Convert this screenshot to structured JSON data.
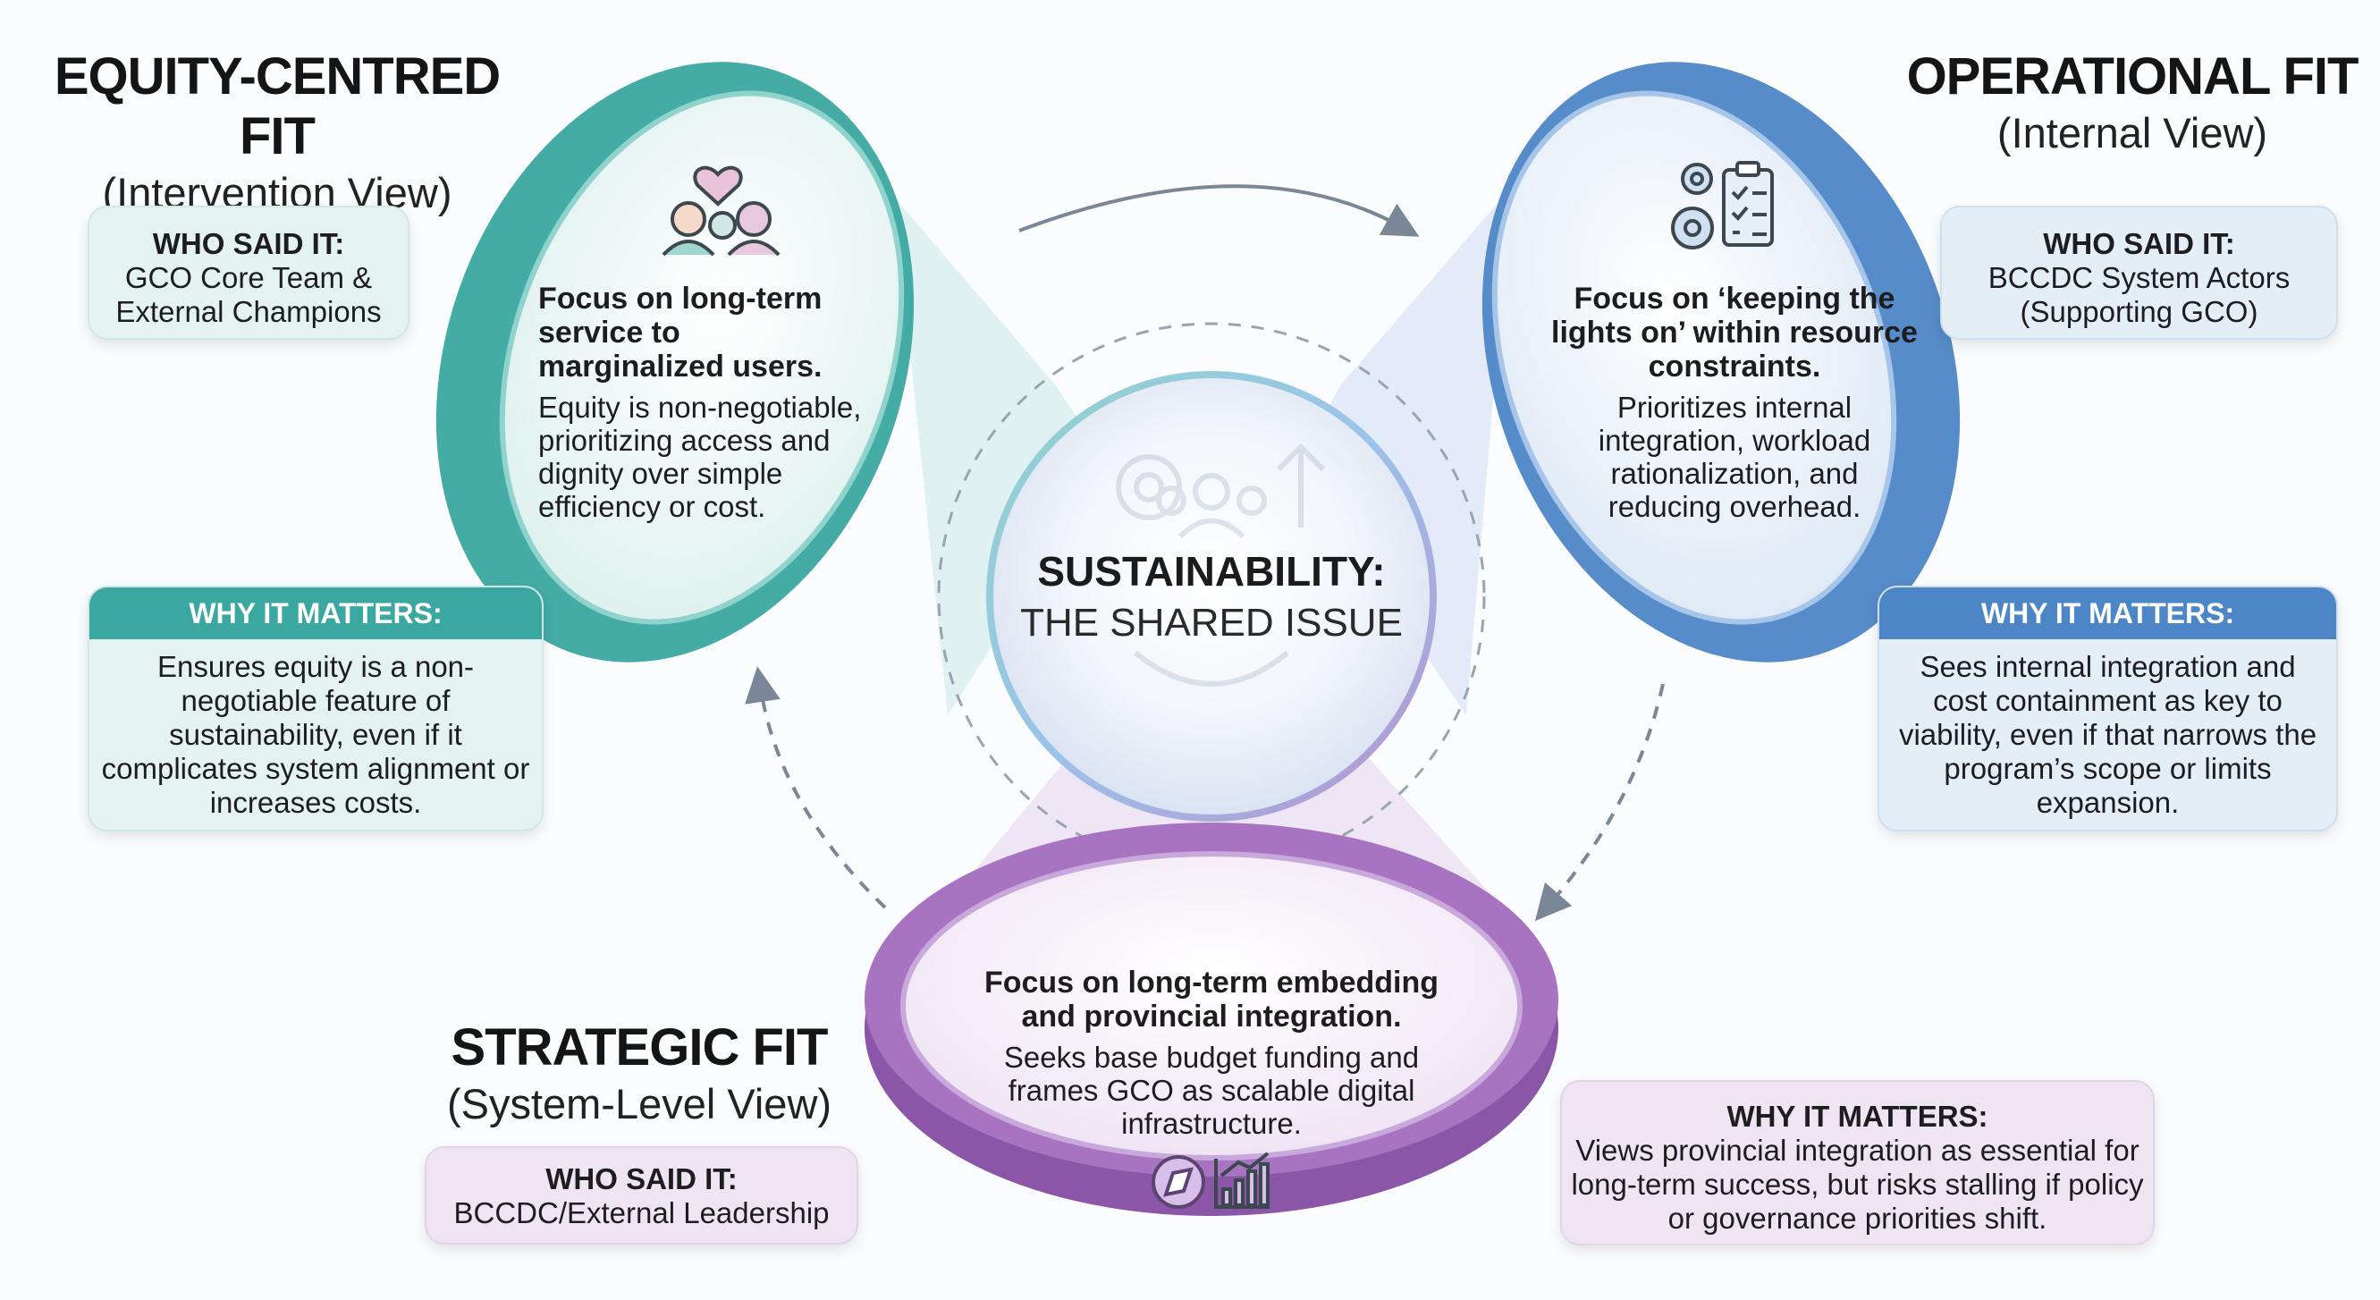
{
  "center": {
    "title": "SUSTAINABILITY:",
    "subtitle": "THE SHARED ISSUE"
  },
  "equity": {
    "title": "EQUITY-CENTRED FIT",
    "subtitle": "(Intervention View)",
    "focus": "Focus on long-term service to marginalized users.",
    "description": "Equity is non-negotiable, prioritizing access and dignity over simple efficiency or cost.",
    "who_label": "WHO SAID IT:",
    "who_value": "GCO Core Team & External Champions",
    "why_label": "WHY IT MATTERS:",
    "why_value": "Ensures equity is a non-negotiable feature of sustainability, even if it complicates system alignment or increases costs.",
    "color": "#3aa7a0",
    "icon": "people-heart-icon"
  },
  "operational": {
    "title": "OPERATIONAL FIT",
    "subtitle": "(Internal View)",
    "focus": "Focus on ‘keeping the lights on’ within resource constraints.",
    "description": "Prioritizes internal integration, workload rationalization, and reducing overhead.",
    "who_label": "WHO SAID IT:",
    "who_value": "BCCDC System Actors (Supporting GCO)",
    "why_label": "WHY IT MATTERS:",
    "why_value": "Sees internal integration and cost containment as key to viability, even if that narrows the program’s scope or limits expansion.",
    "color": "#4d86c6",
    "icon": "gears-clipboard-icon"
  },
  "strategic": {
    "title": "STRATEGIC FIT",
    "subtitle": "(System-Level View)",
    "focus": "Focus on long-term embedding and provincial integration.",
    "description": "Seeks base budget funding and frames GCO as scalable digital infrastructure.",
    "who_label": "WHO SAID IT:",
    "who_value": "BCCDC/External Leadership",
    "why_label": "WHY IT MATTERS:",
    "why_value": "Views provincial integration as essential for long-term success, but risks stalling if policy or governance priorities shift.",
    "color": "#9a62b4",
    "icons": [
      "compass-icon",
      "growth-chart-icon"
    ]
  }
}
